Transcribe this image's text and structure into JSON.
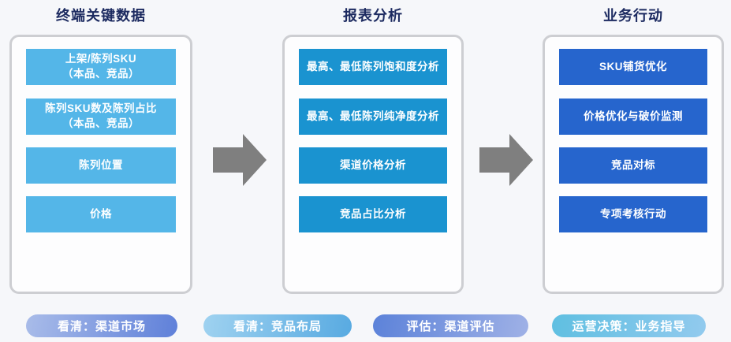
{
  "columns": [
    {
      "title": "终端关键数据",
      "box_color": "#54b6e8",
      "items": [
        "上架/陈列SKU\n（本品、竞品）",
        "陈列SKU数及陈列占比\n（本品、竞品）",
        "陈列位置",
        "价格"
      ]
    },
    {
      "title": "报表分析",
      "box_color": "#1a93d0",
      "items": [
        "最高、最低陈列饱和度分析",
        "最高、最低陈列纯净度分析",
        "渠道价格分析",
        "竞品占比分析"
      ]
    },
    {
      "title": "业务行动",
      "box_color": "#2665cd",
      "items": [
        "SKU铺货优化",
        "价格优化与破价监测",
        "竞品对标",
        "专项考核行动"
      ]
    }
  ],
  "pills": [
    {
      "label": "看清：渠道市场",
      "gradient_from": "#a9bce9",
      "gradient_to": "#5f80d9"
    },
    {
      "label": "看清：竞品布局",
      "gradient_from": "#9fd2f0",
      "gradient_to": "#58aae1"
    },
    {
      "label": "评估：渠道评估",
      "gradient_from": "#5c82d9",
      "gradient_to": "#9fb1e6"
    },
    {
      "label": "运营决策：业务指导",
      "gradient_from": "#5fbfe1",
      "gradient_to": "#92caee"
    }
  ],
  "colors": {
    "title_text": "#1c2a60",
    "arrow": "#7f7f7f",
    "panel_border": "#cdced2",
    "page_bg": "#f6f7fa",
    "box_text": "#ffffff"
  }
}
